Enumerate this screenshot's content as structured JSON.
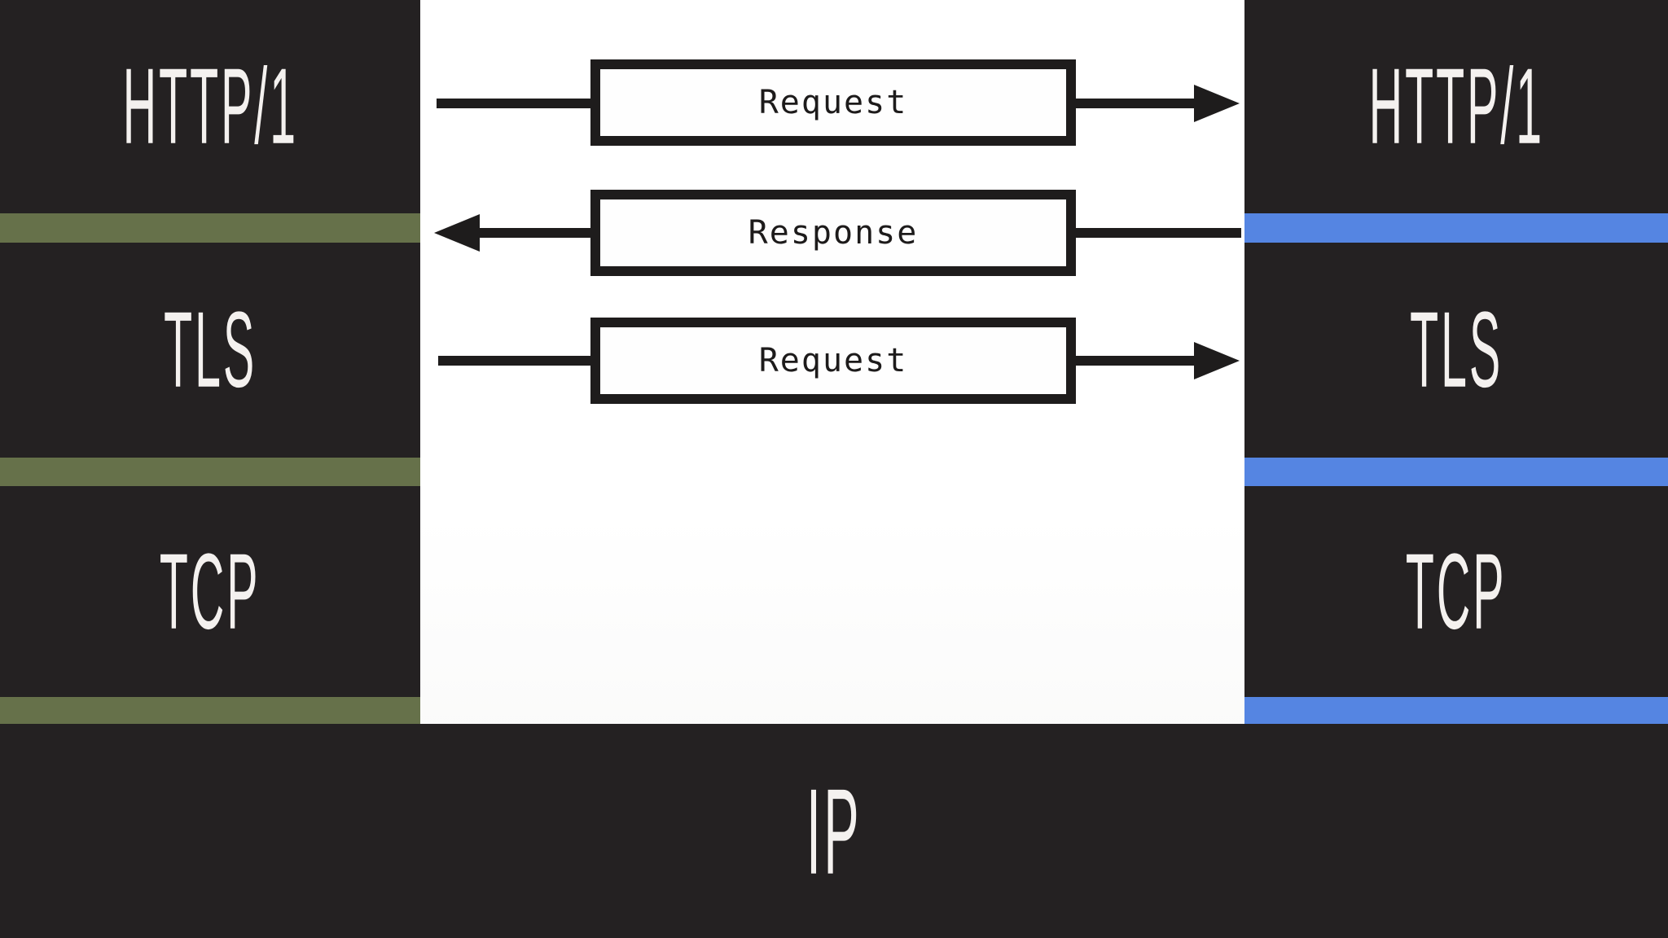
{
  "diagram": {
    "kind": "protocol-stack-message-flow",
    "colors": {
      "panel_dark": "#242122",
      "divider_green_left": "#66714A",
      "divider_blue_right": "#5585E2",
      "stroke_dark": "#1E1C1C",
      "background_white": "#FFFFFF",
      "layer_label_text": "#F4F1EF",
      "message_label_text": "#1D1B1B"
    },
    "left_stack": {
      "layers": [
        {
          "label": "HTTP/1"
        },
        {
          "label": "TLS"
        },
        {
          "label": "TCP"
        }
      ]
    },
    "right_stack": {
      "layers": [
        {
          "label": "HTTP/1"
        },
        {
          "label": "TLS"
        },
        {
          "label": "TCP"
        }
      ]
    },
    "base_layer": {
      "label": "IP"
    },
    "messages": [
      {
        "label": "Request",
        "direction": "right"
      },
      {
        "label": "Response",
        "direction": "left"
      },
      {
        "label": "Request",
        "direction": "right"
      }
    ]
  }
}
